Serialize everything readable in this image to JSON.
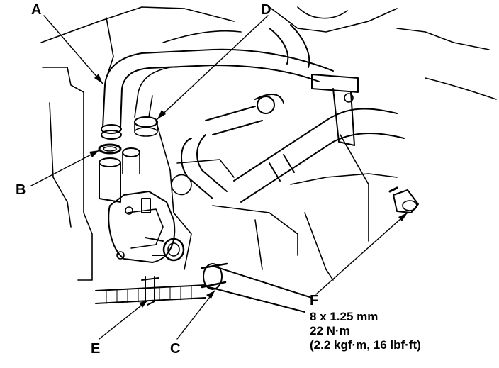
{
  "diagram": {
    "callouts": {
      "a": "A",
      "b": "B",
      "c": "C",
      "d": "D",
      "e": "E",
      "f": "F"
    },
    "spec": {
      "thread": "8 x 1.25 mm",
      "torque_nm": "22 N·m",
      "torque_alt": "(2.2 kgf·m, 16 lbf·ft)"
    },
    "colors": {
      "ink": "#000000",
      "paper": "#ffffff"
    }
  }
}
